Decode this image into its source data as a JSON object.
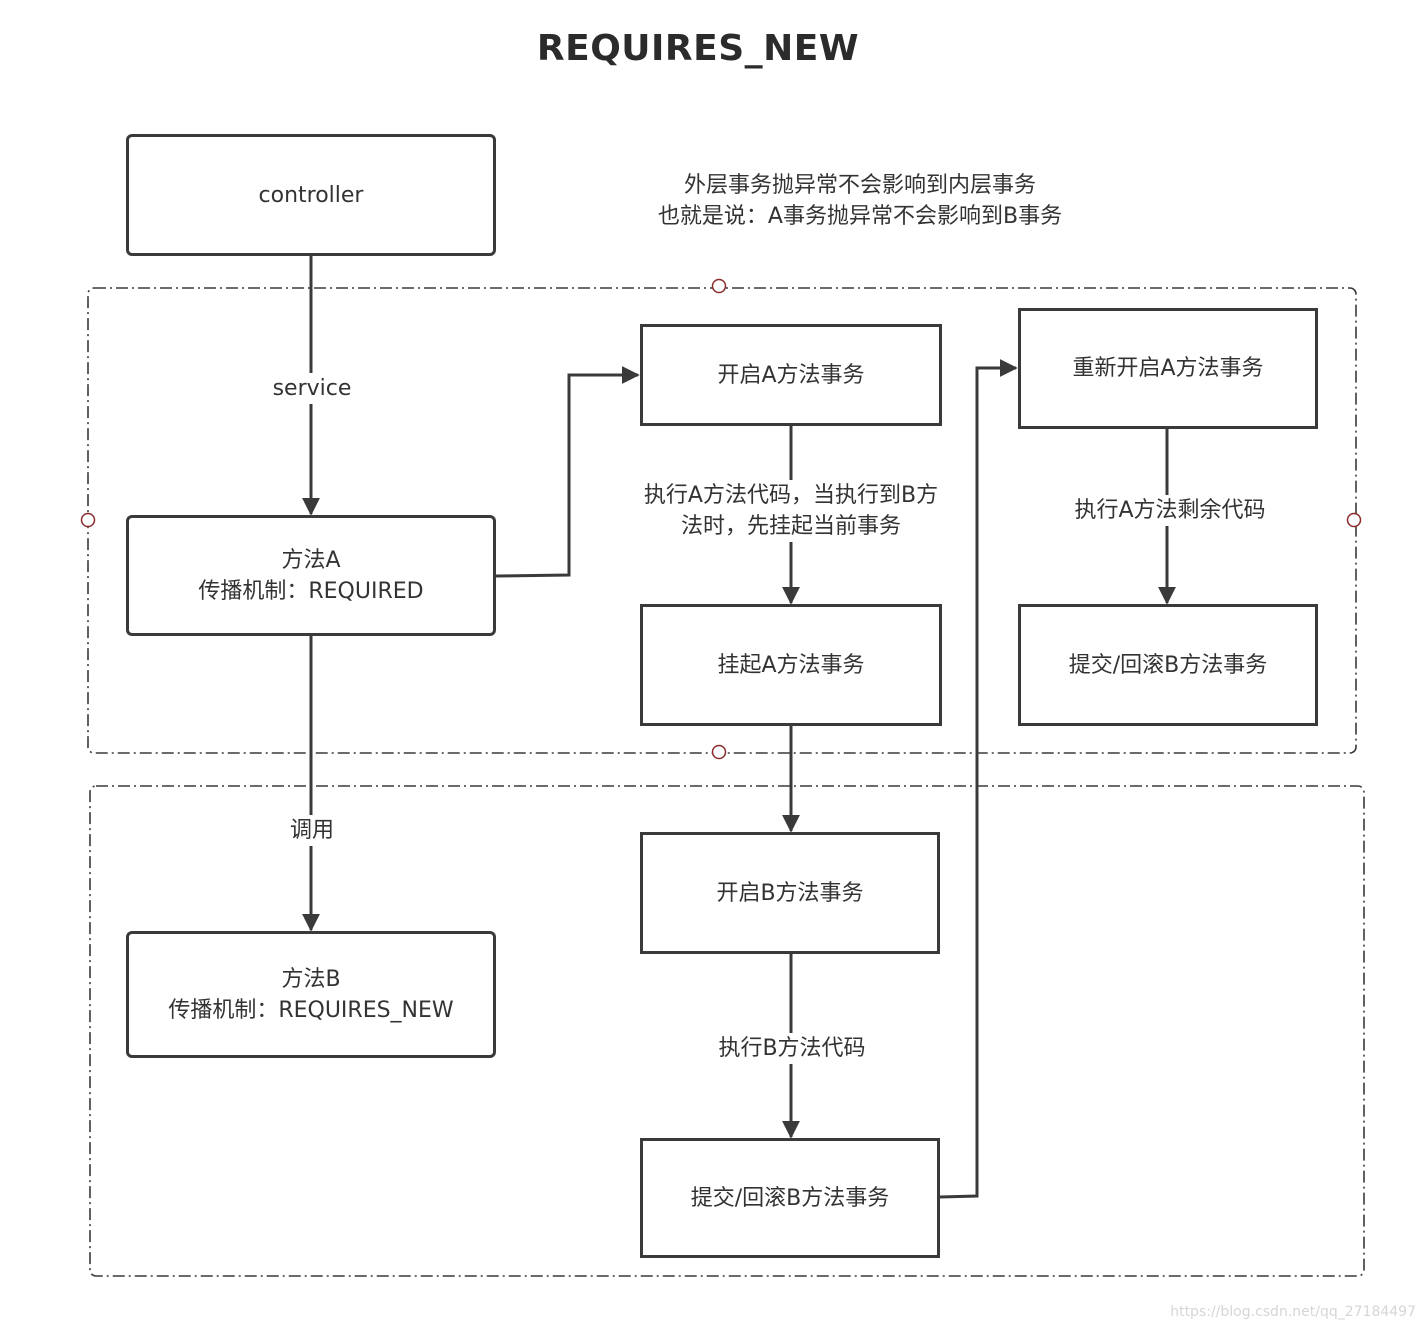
{
  "title": "REQUIRES_NEW",
  "note": {
    "line1": "外层事务抛异常不会影响到内层事务",
    "line2": "也就是说：A事务抛异常不会影响到B事务"
  },
  "nodes": {
    "controller": "controller",
    "method_a": {
      "line1": "方法A",
      "line2": "传播机制：REQUIRED"
    },
    "method_b": {
      "line1": "方法B",
      "line2": "传播机制：REQUIRES_NEW"
    },
    "open_a": "开启A方法事务",
    "suspend_a": "挂起A方法事务",
    "open_b": "开启B方法事务",
    "commit_b_lower": "提交/回滚B方法事务",
    "reopen_a": "重新开启A方法事务",
    "commit_b_upper": "提交/回滚B方法事务"
  },
  "edges": {
    "service": "service",
    "call": "调用",
    "exec_a": {
      "line1": "执行A方法代码，当执行到B方",
      "line2": "法时，先挂起当前事务"
    },
    "exec_b": "执行B方法代码",
    "exec_a_rest": "执行A方法剩余代码"
  },
  "watermark": "https://blog.csdn.net/qq_27184497",
  "colors": {
    "stroke": "#3a3a3a",
    "text": "#333333",
    "handle": "#8b2a2a"
  }
}
